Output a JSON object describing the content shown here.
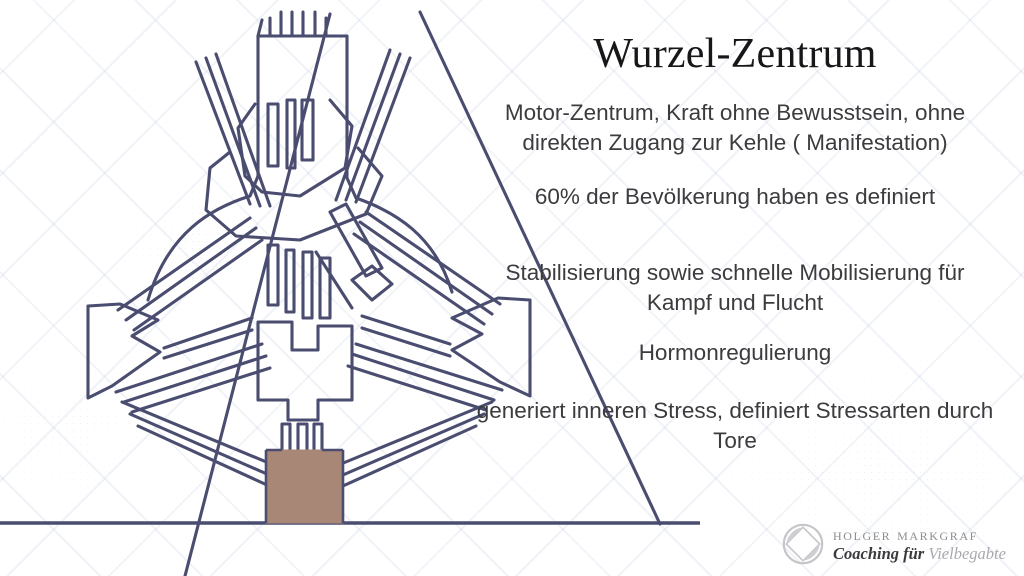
{
  "slide": {
    "title": "Wurzel-Zentrum",
    "background_color": "#ffffff",
    "text_color": "#3c3c3f",
    "title_color": "#17171a"
  },
  "body_text": {
    "paragraphs": [
      "Motor-Zentrum, Kraft ohne Bewusstsein, ohne direkten Zugang zur Kehle ( Manifestation)",
      "60% der Bevölkerung haben es definiert",
      "Stabilisierung sowie schnelle Mobilisierung für Kampf und Flucht",
      "Hormonregulierung",
      "generiert inneren Stress, definiert Stressarten durch Tore"
    ]
  },
  "bodygraph": {
    "caption": "human-design-bodygraph",
    "line_color": "#4a4d70",
    "highlight_center": "Wurzel-Zentrum",
    "highlight_color": "#a98777",
    "baseline_color": "#4a4d70"
  },
  "logo": {
    "mark": "diamond-in-circle",
    "mark_color": "#b9b9bd",
    "name": "Holger Markgraf",
    "tagline_primary": "Coaching für",
    "tagline_secondary": "Vielbegabte",
    "name_color": "#8d8d91",
    "tagline_primary_color": "#3b3b3e",
    "tagline_secondary_color": "#a9a9ae"
  }
}
